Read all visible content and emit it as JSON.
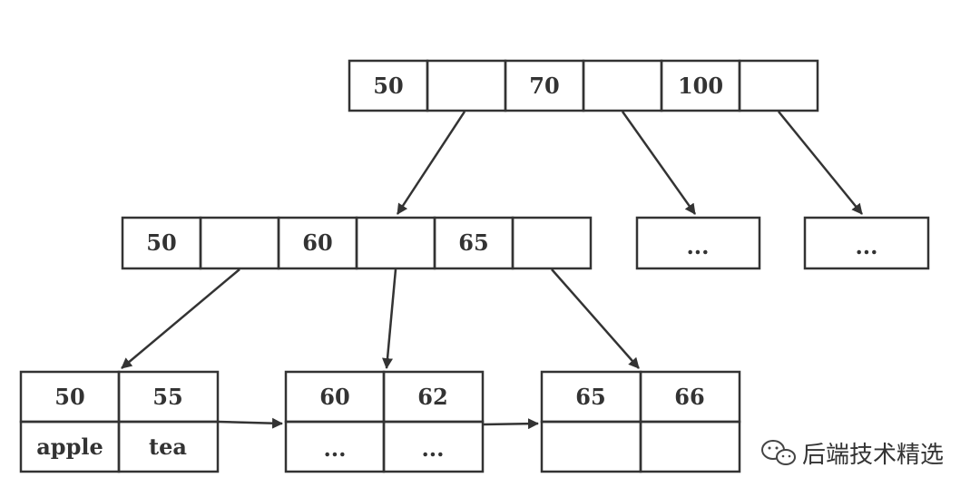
{
  "root": {
    "keys": [
      "50",
      "",
      "70",
      "",
      "100",
      ""
    ]
  },
  "level2": {
    "node_a": {
      "keys": [
        "50",
        "",
        "60",
        "",
        "65",
        ""
      ]
    },
    "node_b": {
      "label": "..."
    },
    "node_c": {
      "label": "..."
    }
  },
  "leaves": [
    {
      "keys": [
        "50",
        "55"
      ],
      "values": [
        "apple",
        "tea"
      ]
    },
    {
      "keys": [
        "60",
        "62"
      ],
      "values": [
        "...",
        "..."
      ]
    },
    {
      "keys": [
        "65",
        "66"
      ],
      "values": [
        "",
        ""
      ]
    }
  ],
  "watermark": {
    "text": "后端技术精选",
    "icon": "wechat-icon"
  }
}
